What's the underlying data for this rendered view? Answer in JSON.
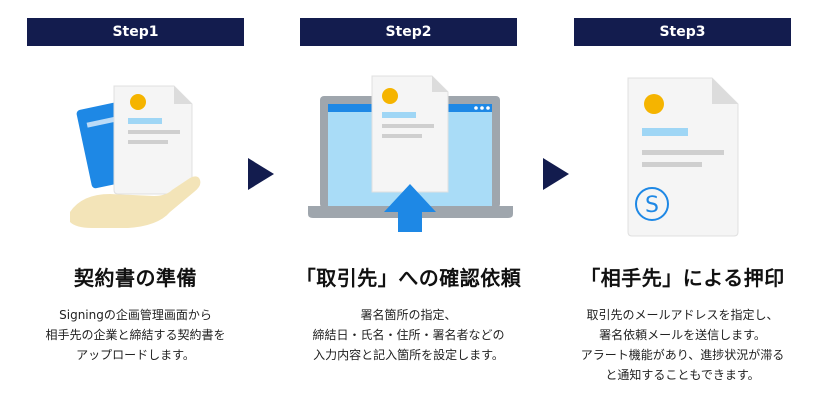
{
  "steps": [
    {
      "label": "Step1",
      "title": "契約書の準備",
      "desc": [
        "Signingの企画管理画面から",
        "相手先の企業と締結する契約書を",
        "アップロードします。"
      ]
    },
    {
      "label": "Step2",
      "title": "「取引先」への確認依頼",
      "desc": [
        "署名箇所の指定、",
        "締結日・氏名・住所・署名者などの",
        "入力内容と記入箇所を設定します。"
      ]
    },
    {
      "label": "Step3",
      "title": "「相手先」による押印",
      "desc": [
        "取引先のメールアドレスを指定し、",
        "署名依頼メールを送信します。",
        "アラート機能があり、進捗状況が滞る",
        "と通知することもできます。"
      ]
    }
  ],
  "icons": {
    "step1": "document-upload-hand-icon",
    "step2": "laptop-upload-icon",
    "step3": "signed-document-icon",
    "arrow": "right-arrow-icon"
  },
  "colors": {
    "banner": "#131c4e",
    "accent_blue": "#1e88e5",
    "light_blue": "#9fd6f5",
    "yellow": "#f5b400"
  }
}
